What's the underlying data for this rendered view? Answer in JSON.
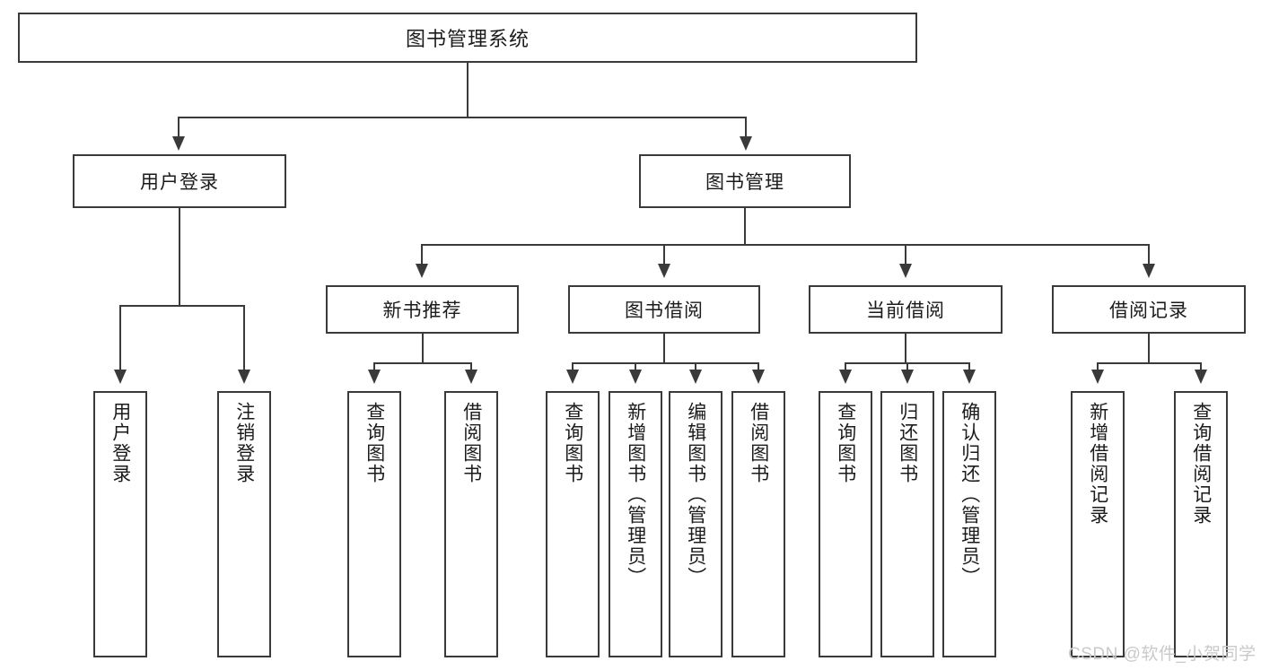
{
  "diagram": {
    "type": "tree",
    "title": "图书管理系统",
    "root": {
      "label": "图书管理系统"
    },
    "level1": [
      {
        "label": "用户登录"
      },
      {
        "label": "图书管理"
      }
    ],
    "level2": [
      {
        "label": "新书推荐"
      },
      {
        "label": "图书借阅"
      },
      {
        "label": "当前借阅"
      },
      {
        "label": "借阅记录"
      }
    ],
    "leaves": {
      "user_login": [
        {
          "label": "用户登录"
        },
        {
          "label": "注销登录"
        }
      ],
      "new_book": [
        {
          "label": "查询图书"
        },
        {
          "label": "借阅图书"
        }
      ],
      "borrow": [
        {
          "label": "查询图书"
        },
        {
          "label": "新增图书（管理员）"
        },
        {
          "label": "编辑图书（管理员）"
        },
        {
          "label": "借阅图书"
        }
      ],
      "current": [
        {
          "label": "查询图书"
        },
        {
          "label": "归还图书"
        },
        {
          "label": "确认归还（管理员）"
        }
      ],
      "records": [
        {
          "label": "新增借阅记录"
        },
        {
          "label": "查询借阅记录"
        }
      ]
    },
    "colors": {
      "stroke": "#3a3a3a",
      "fill": "#ffffff",
      "text": "#1b1b1b",
      "watermark": "#c9c9c9"
    }
  },
  "watermark": {
    "text": "CSDN @软件_小贺同学"
  }
}
